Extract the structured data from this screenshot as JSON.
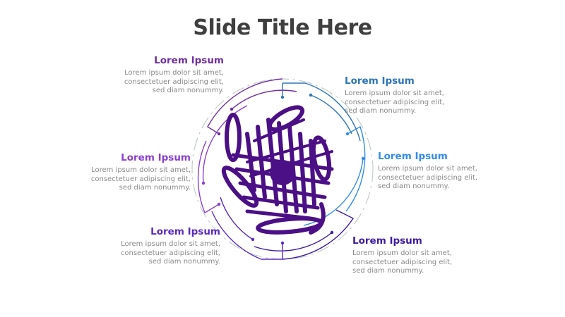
{
  "slide": {
    "title": "Slide Title Here"
  },
  "items": [
    {
      "id": "top-left",
      "title": "Lorem Ipsum",
      "lines": [
        "Lorem ipsum dolor sit amet,",
        "consectetuer adipiscing elit,",
        "sed diam nonummy."
      ],
      "color": "#7030a0"
    },
    {
      "id": "top-right",
      "title": "Lorem Ipsum",
      "lines": [
        "Lorem ipsum dolor sit amet,",
        "consectetuer adipiscing elit,",
        "sed diam nonummy."
      ],
      "color": "#2e75b6"
    },
    {
      "id": "mid-left",
      "title": "Lorem Ipsum",
      "lines": [
        "Lorem ipsum dolor sit amet,",
        "consectetuer adipiscing elit,",
        "sed diam nonummy."
      ],
      "color": "#8a3fcf"
    },
    {
      "id": "mid-right",
      "title": "Lorem Ipsum",
      "lines": [
        "Lorem ipsum dolor sit amet,",
        "consectetuer adipiscing elit,",
        "sed diam nonummy."
      ],
      "color": "#2f8ee6"
    },
    {
      "id": "bottom-left",
      "title": "Lorem Ipsum",
      "lines": [
        "Lorem ipsum dolor sit amet,",
        "consectetuer adipiscing elit,",
        "sed diam nonummy."
      ],
      "color": "#5b2bc2"
    },
    {
      "id": "bottom-right",
      "title": "Lorem Ipsum",
      "lines": [
        "Lorem ipsum dolor sit amet,",
        "consectetuer adipiscing elit,",
        "sed diam nonummy."
      ],
      "color": "#3d1a9e"
    }
  ],
  "colors": {
    "center_fill": "#4b0f86",
    "dashed_ring": "#b8c4c4"
  }
}
